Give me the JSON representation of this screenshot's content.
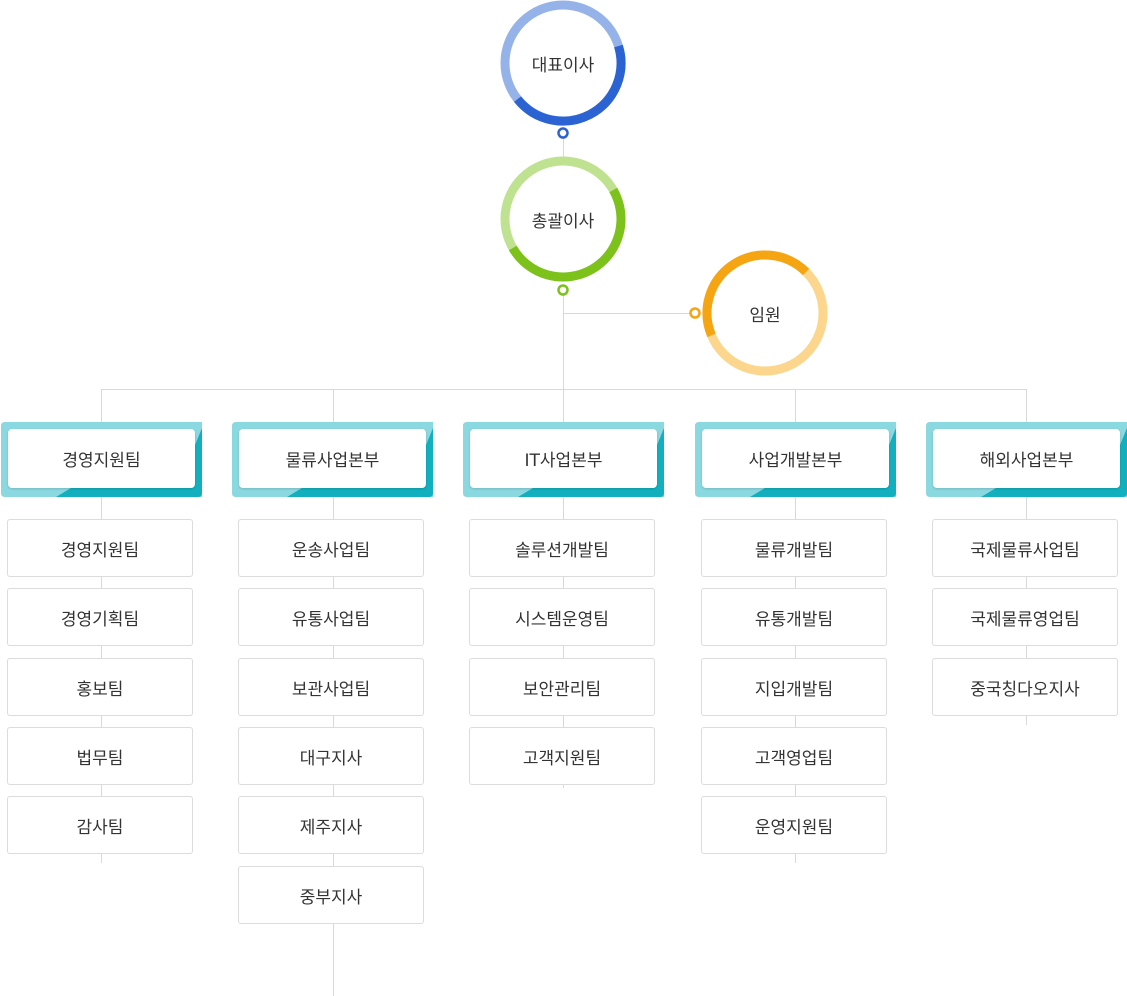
{
  "colors": {
    "ceo_light": "#95b3e9",
    "ceo_dark": "#2c63d3",
    "gm_light": "#bfe291",
    "gm_dark": "#7dc21b",
    "exec_light": "#fbd68c",
    "exec_dark": "#f6a512",
    "dept_light": "#8ad8e0",
    "dept_dark": "#12b0be",
    "line": "#d9d9d9"
  },
  "ceo": {
    "label": "대표이사"
  },
  "general_manager": {
    "label": "총괄이사"
  },
  "executive": {
    "label": "임원"
  },
  "departments": [
    {
      "label": "경영지원팀",
      "teams": [
        "경영지원팀",
        "경영기획팀",
        "홍보팀",
        "법무팀",
        "감사팀"
      ]
    },
    {
      "label": "물류사업본부",
      "teams": [
        "운송사업팀",
        "유통사업팀",
        "보관사업팀",
        "대구지사",
        "제주지사",
        "중부지사"
      ]
    },
    {
      "label": "IT사업본부",
      "teams": [
        "솔루션개발팀",
        "시스템운영팀",
        "보안관리팀",
        "고객지원팀"
      ]
    },
    {
      "label": "사업개발본부",
      "teams": [
        "물류개발팀",
        "유통개발팀",
        "지입개발팀",
        "고객영업팀",
        "운영지원팀"
      ]
    },
    {
      "label": "해외사업본부",
      "teams": [
        "국제물류사업팀",
        "국제물류영업팀",
        "중국칭다오지사"
      ]
    }
  ]
}
